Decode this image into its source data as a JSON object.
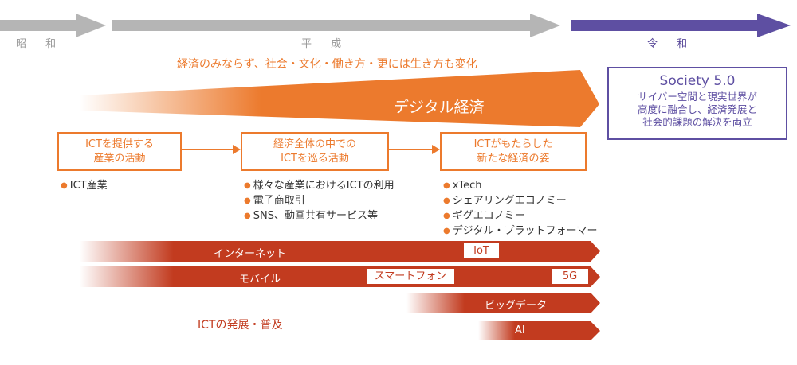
{
  "eras": {
    "showa": "昭 和",
    "heisei": "平 成",
    "reiwa": "令 和"
  },
  "economy": {
    "subtitle": "経済のみならず、社会・文化・働き方・更には生き方も変化",
    "digital_economy": "デジタル経済"
  },
  "society": {
    "title": "Society 5.0",
    "lines": [
      "サイバー空間と現実世界が",
      "高度に融合し、経済発展と",
      "社会的課題の解決を両立"
    ]
  },
  "stages": [
    {
      "lines": [
        "ICTを提供する",
        "産業の活動"
      ],
      "bullets": [
        "ICT産業"
      ]
    },
    {
      "lines": [
        "経済全体の中での",
        "ICTを巡る活動"
      ],
      "bullets": [
        "様々な産業におけるICTの利用",
        "電子商取引",
        "SNS、動画共有サービス等"
      ]
    },
    {
      "lines": [
        "ICTがもたらした",
        "新たな経済の姿"
      ],
      "bullets": [
        "xTech",
        "シェアリングエコノミー",
        "ギグエコノミー",
        "デジタル・プラットフォーマー"
      ]
    }
  ],
  "ict": {
    "label": "ICTの発展・普及",
    "bands": [
      {
        "label": "インターネット",
        "chips": [
          "IoT"
        ]
      },
      {
        "label": "モバイル",
        "chips": [
          "スマートフォン",
          "5G"
        ]
      },
      {
        "label": "ビッグデータ",
        "chips": []
      },
      {
        "label": "AI",
        "chips": []
      }
    ]
  },
  "colors": {
    "orange": "#ec7a2d",
    "red": "#c23b1f",
    "purple": "#5e4fa2",
    "gray": "#b5b5b5"
  }
}
